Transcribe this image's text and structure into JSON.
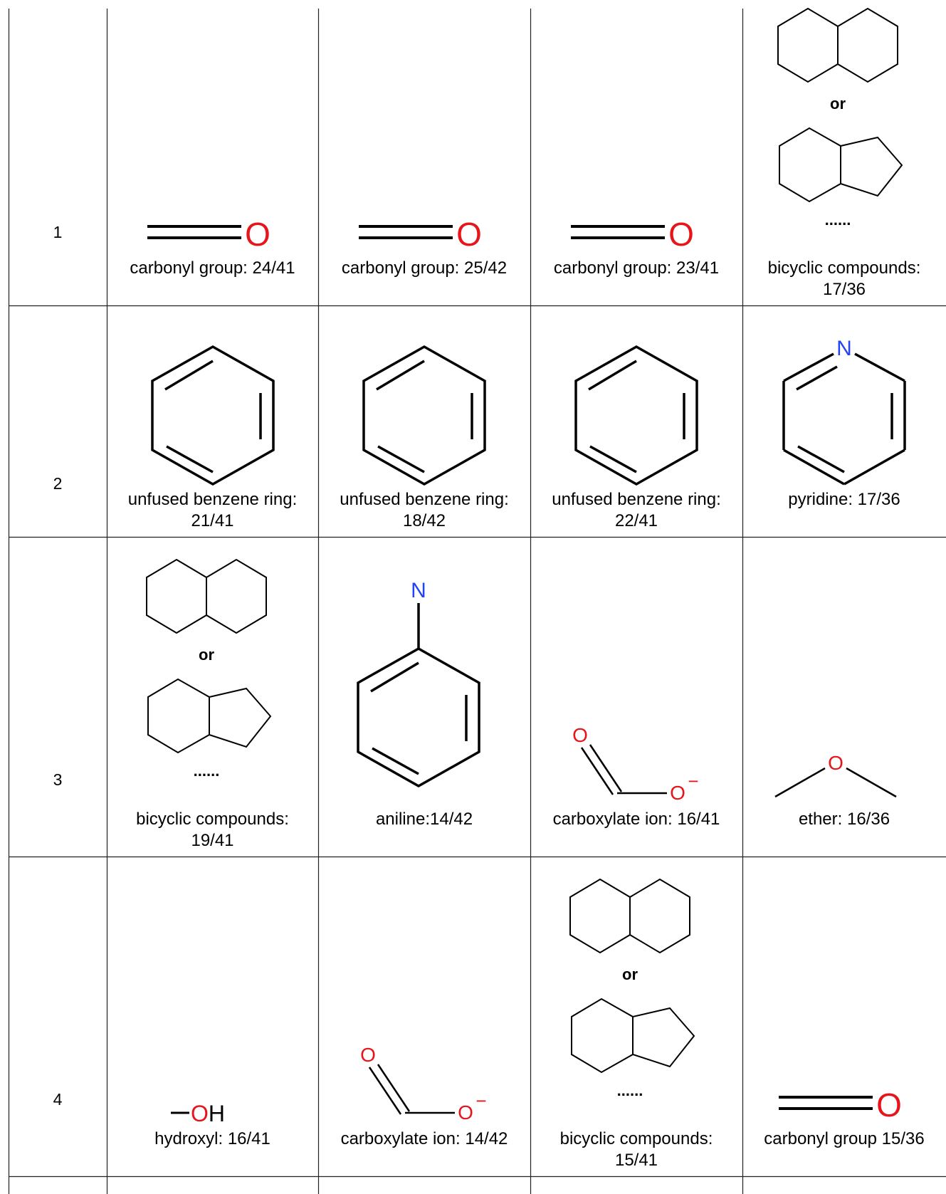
{
  "labels": {
    "or": "or",
    "ellipsis": "......",
    "O": "O",
    "N": "N",
    "OH": "OH",
    "minus": "−"
  },
  "rows": [
    {
      "number": "1",
      "cells": [
        {
          "type": "carbonyl",
          "caption": [
            "carbonyl group: 24/41"
          ]
        },
        {
          "type": "carbonyl",
          "caption": [
            "carbonyl group: 25/42"
          ]
        },
        {
          "type": "carbonyl",
          "caption": [
            "carbonyl group: 23/41"
          ]
        },
        {
          "type": "bicyclic",
          "caption": [
            "bicyclic compounds:",
            "17/36"
          ]
        }
      ]
    },
    {
      "number": "2",
      "cells": [
        {
          "type": "benzene",
          "caption": [
            "unfused benzene ring:",
            "21/41"
          ]
        },
        {
          "type": "benzene",
          "caption": [
            "unfused benzene ring:",
            "18/42"
          ]
        },
        {
          "type": "benzene",
          "caption": [
            "unfused benzene ring:",
            "22/41"
          ]
        },
        {
          "type": "pyridine",
          "caption": [
            "pyridine: 17/36"
          ]
        }
      ]
    },
    {
      "number": "3",
      "cells": [
        {
          "type": "bicyclic",
          "caption": [
            "bicyclic compounds:",
            "19/41"
          ]
        },
        {
          "type": "aniline",
          "caption": [
            "aniline:14/42"
          ]
        },
        {
          "type": "carboxylate",
          "caption": [
            "carboxylate ion: 16/41"
          ]
        },
        {
          "type": "ether",
          "caption": [
            "ether: 16/36"
          ]
        }
      ]
    },
    {
      "number": "4",
      "cells": [
        {
          "type": "hydroxyl",
          "caption": [
            "hydroxyl: 16/41"
          ]
        },
        {
          "type": "carboxylate",
          "caption": [
            "carboxylate ion: 14/42"
          ]
        },
        {
          "type": "bicyclic",
          "caption": [
            "bicyclic compounds:",
            "15/41"
          ]
        },
        {
          "type": "carbonyl",
          "caption": [
            "carbonyl group 15/36"
          ]
        }
      ]
    }
  ]
}
